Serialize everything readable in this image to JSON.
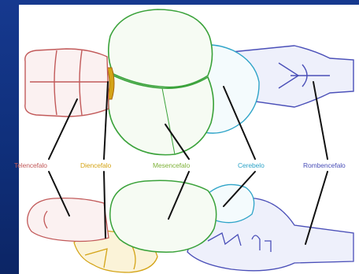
{
  "colors": {
    "background": "#0f2f7a",
    "telencephalon": "#c25a5a",
    "diencephalon": "#d4a417",
    "mesencephalon": "#3aa23a",
    "cerebellum": "#2fa4c8",
    "rhombencephalon": "#4a4fb8"
  },
  "labels": {
    "telencefalo": "Telencefalo",
    "diencefalo": "Diencefalo",
    "mesencefalo": "Mesencefalo",
    "cerebelo": "Cerebelo",
    "rombencefalo": "Rombencefalo"
  }
}
